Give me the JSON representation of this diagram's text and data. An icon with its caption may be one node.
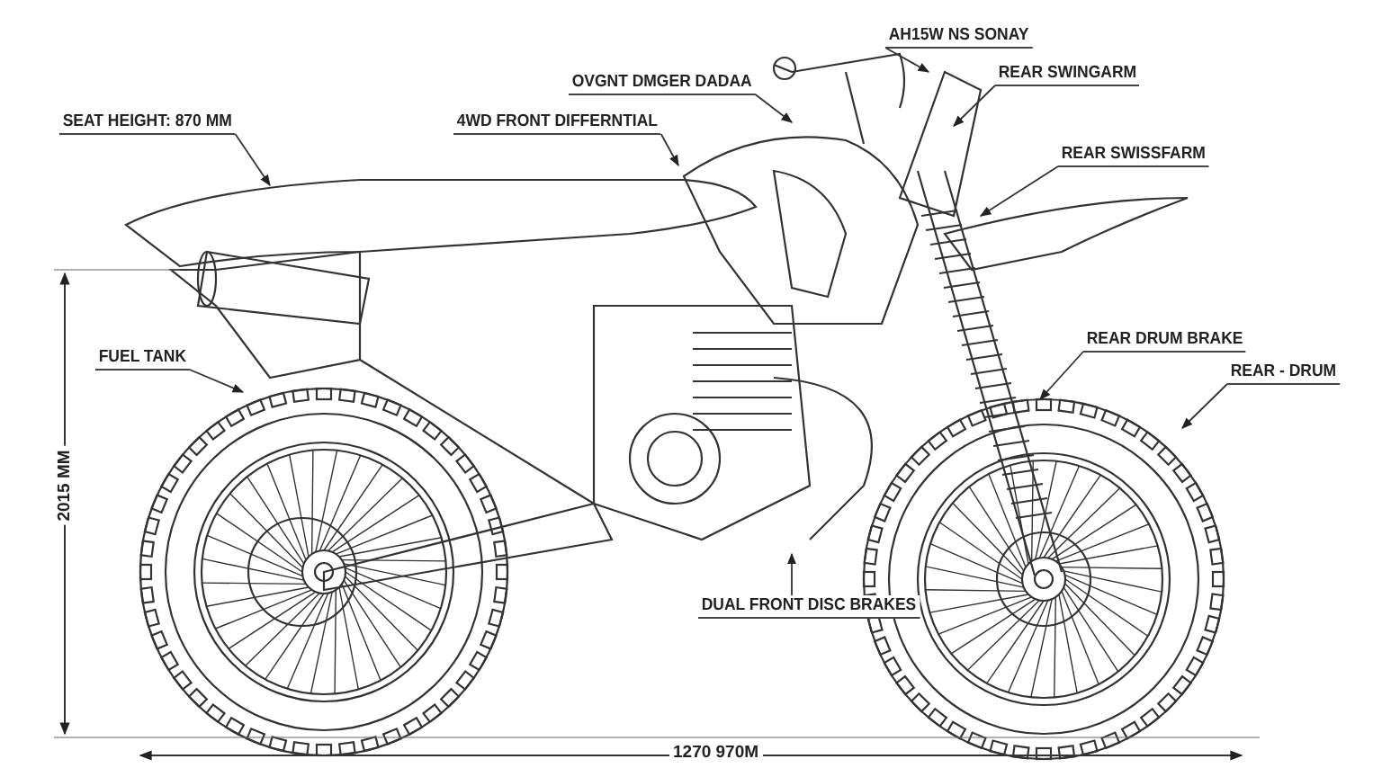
{
  "diagram": {
    "nodes": [
      {
        "text": [
          "AH15W NS SONAY"
        ]
      },
      {
        "text": [
          "OVGNT DMGER DADAA"
        ]
      },
      {
        "text": [
          "REAR SWINGARM"
        ]
      },
      {
        "text": [
          "SEAT HEIGHT: 870 MM"
        ]
      },
      {
        "text": [
          "4WD FRONT DIFFERNTIAL"
        ]
      },
      {
        "text": [
          "REAR SWISSFARM"
        ]
      },
      {
        "text": [
          "FUEL TANK"
        ]
      },
      {
        "text": [
          "REAR DRUM BRAKE"
        ]
      },
      {
        "text": [
          "REAR - DRUM"
        ]
      },
      {
        "text": [
          "DUAL FRONT DISC BRAKES"
        ]
      }
    ],
    "edges": [
      {
        "from": 0,
        "to": null,
        "arrow": "to"
      },
      {
        "from": 1,
        "to": null,
        "arrow": "to"
      },
      {
        "from": 2,
        "to": null,
        "arrow": "to"
      },
      {
        "from": 3,
        "to": null,
        "arrow": "to"
      },
      {
        "from": 4,
        "to": null,
        "arrow": "to"
      },
      {
        "from": 5,
        "to": null,
        "arrow": "to"
      },
      {
        "from": 6,
        "to": null,
        "arrow": "to"
      },
      {
        "from": 7,
        "to": null,
        "arrow": "to"
      },
      {
        "from": 8,
        "to": null,
        "arrow": "to"
      },
      {
        "from": 9,
        "to": null,
        "arrow": "to"
      }
    ],
    "labels": [
      "2015 MM",
      "1270 970M"
    ]
  }
}
